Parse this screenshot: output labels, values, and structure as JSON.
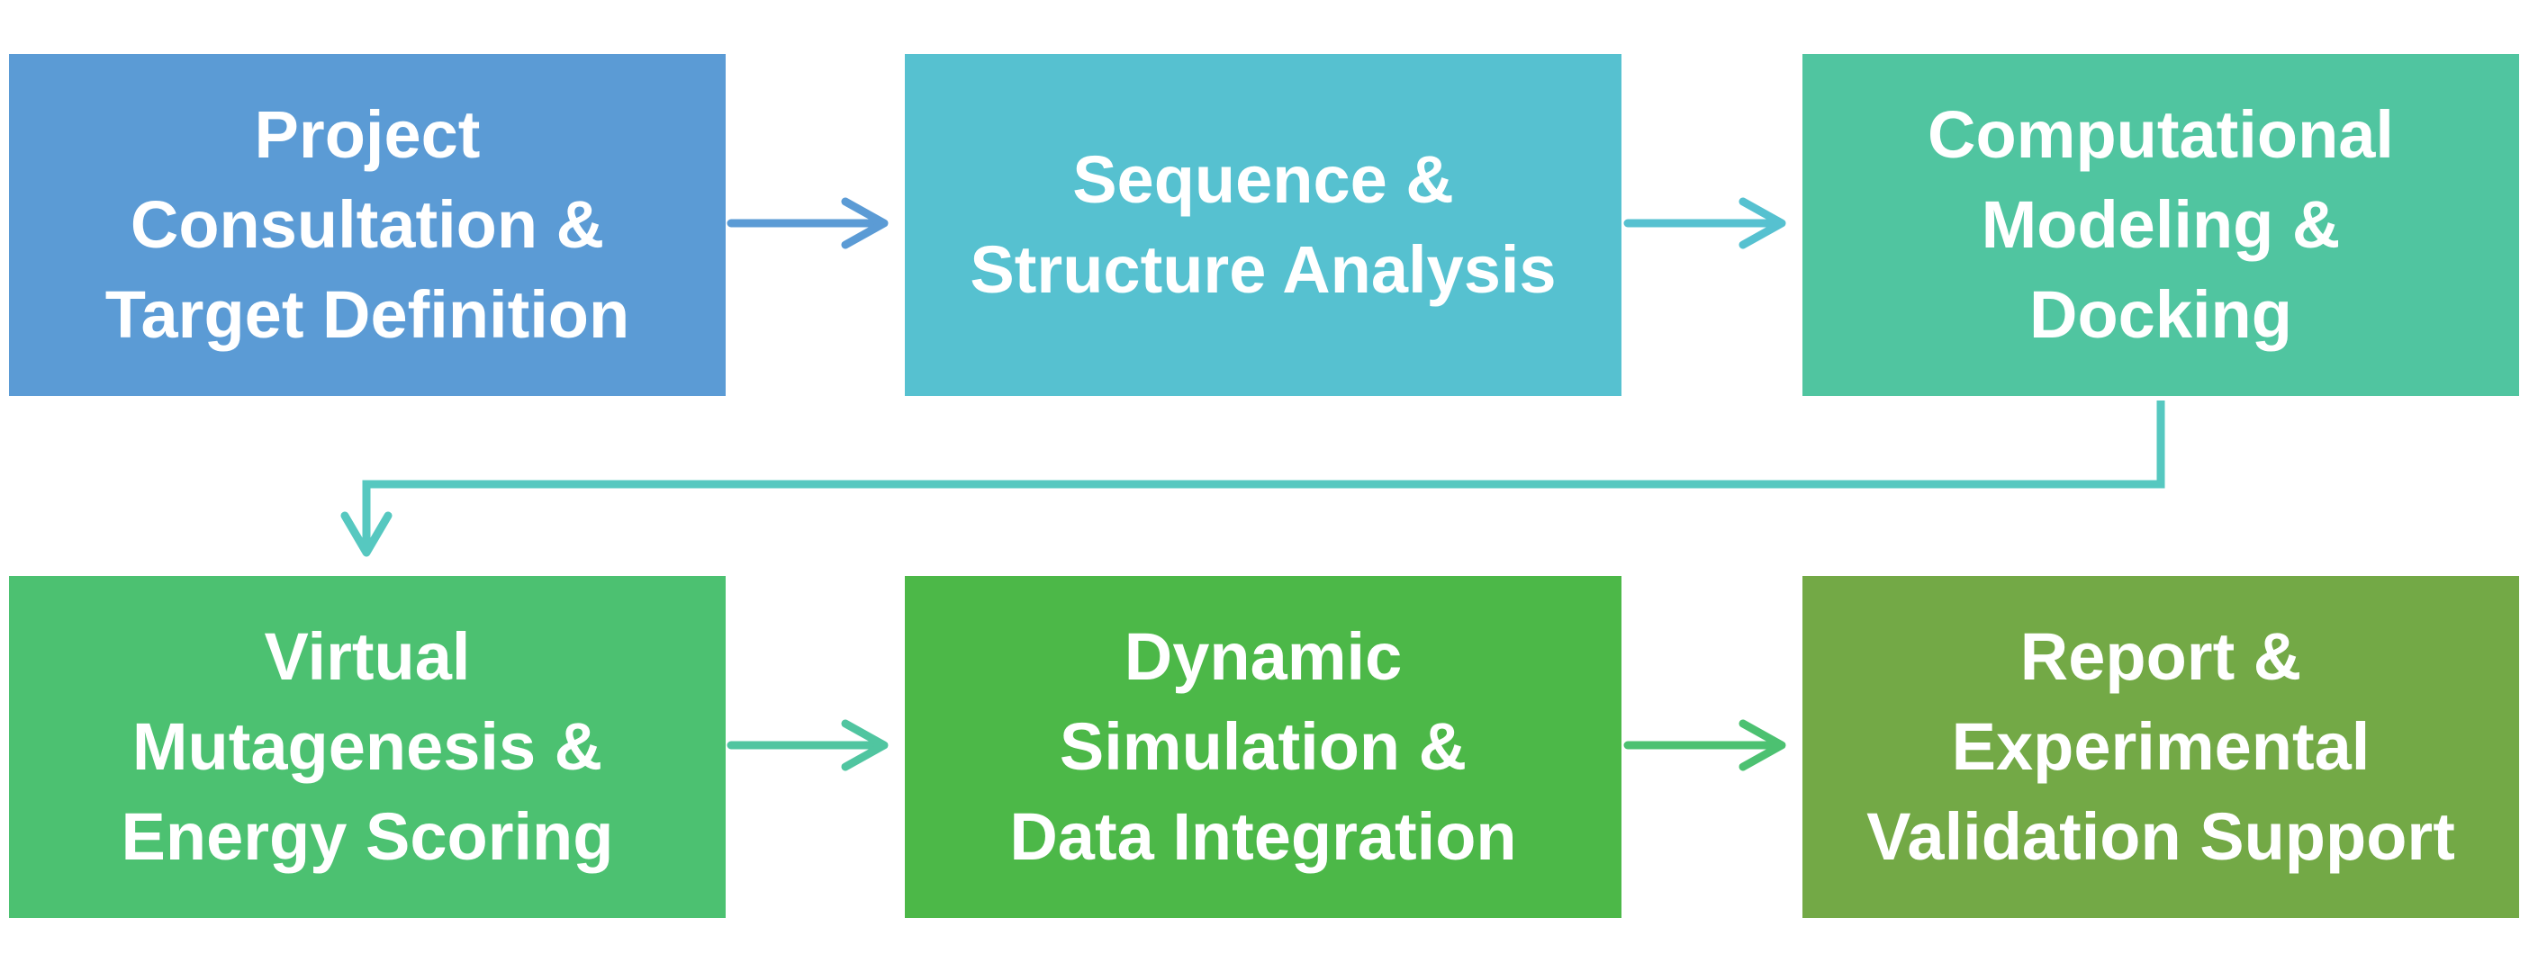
{
  "steps": [
    {
      "lines": [
        "Project",
        "Consultation &",
        "Target Definition"
      ],
      "color": "#5B9BD5"
    },
    {
      "lines": [
        "Sequence &",
        "Structure Analysis"
      ],
      "color": "#56C1D0"
    },
    {
      "lines": [
        "Computational",
        "Modeling &",
        "Docking"
      ],
      "color": "#50C5A0"
    },
    {
      "lines": [
        "Virtual",
        "Mutagenesis &",
        "Energy Scoring"
      ],
      "color": "#4CC171"
    },
    {
      "lines": [
        "Dynamic",
        "Simulation &",
        "Data Integration"
      ],
      "color": "#4CB848"
    },
    {
      "lines": [
        "Report &",
        "Experimental",
        "Validation Support"
      ],
      "color": "#73A946"
    }
  ],
  "arrow_colors": {
    "step1_to_step2": "#5B9BD5",
    "step2_to_step3": "#56C1D0",
    "step3_to_step4": "#56C8C0",
    "step4_to_step5": "#50C5A0",
    "step5_to_step6": "#4CC171"
  }
}
